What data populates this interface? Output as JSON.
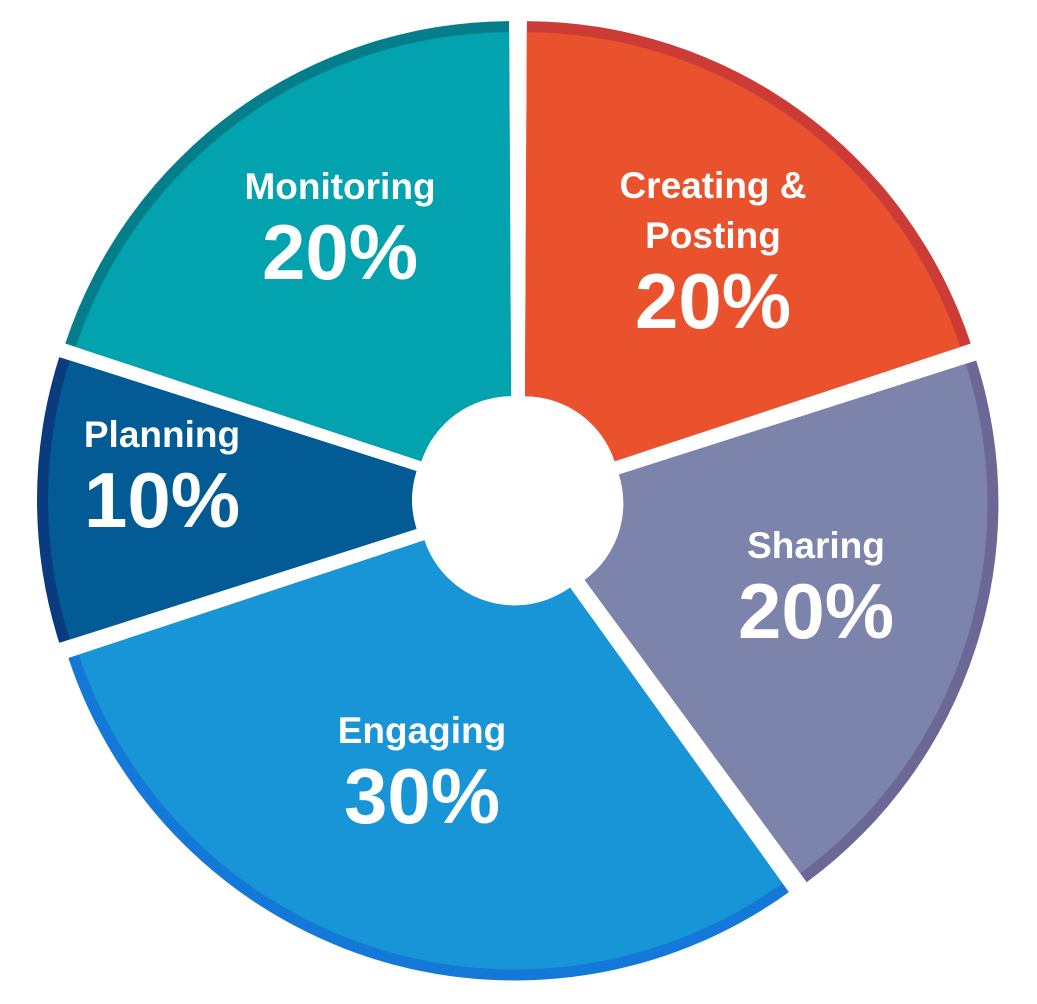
{
  "chart_data": {
    "type": "pie",
    "style": "exploded donut with small center hole",
    "title": "",
    "series": [
      {
        "slices": [
          {
            "label_lines": [
              "Creating &",
              "Posting"
            ],
            "value_label": "20%",
            "value": 20,
            "color": "#e9522d",
            "edge_color": "#cc3b35"
          },
          {
            "label_lines": [
              "Sharing"
            ],
            "value_label": "20%",
            "value": 20,
            "color": "#7c84ac",
            "edge_color": "#6c6896"
          },
          {
            "label_lines": [
              "Engaging"
            ],
            "value_label": "30%",
            "value": 30,
            "color": "#1895d6",
            "edge_color": "#1478d8"
          },
          {
            "label_lines": [
              "Planning"
            ],
            "value_label": "10%",
            "value": 10,
            "color": "#025b95",
            "edge_color": "#0a3b7f"
          },
          {
            "label_lines": [
              "Monitoring"
            ],
            "value_label": "20%",
            "value": 20,
            "color": "#02a2ae",
            "edge_color": "#037e8a"
          }
        ]
      }
    ],
    "legend": "none",
    "background": "#ffffff",
    "label_color": "#ffffff"
  }
}
